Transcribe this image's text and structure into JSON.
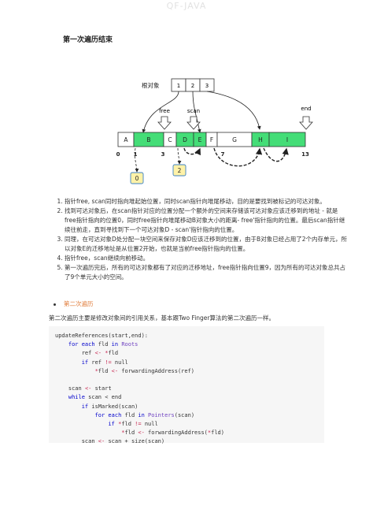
{
  "watermark": "QF-JAVA",
  "section_title": "第一次遍历结束",
  "diagram": {
    "root_label": "根对象",
    "root_slots": [
      "1",
      "2",
      "3"
    ],
    "pointer_labels": {
      "free": "free",
      "scan": "scan",
      "end": "end"
    },
    "cells": [
      "A",
      "B",
      "C",
      "D",
      "E",
      "F",
      "G",
      "H",
      "I"
    ],
    "positions": [
      "0",
      "1",
      "3",
      "7",
      "13"
    ],
    "forward_boxes": [
      "0",
      "2"
    ],
    "colors": {
      "live": "#44dd77",
      "dead": "#ffffff",
      "root_border": "#333333",
      "forward_box": "#fff2a8",
      "forward_border": "#3b82c4"
    }
  },
  "steps": [
    "指针free, scan同时指向堆起始位置，同时scan指针向堆尾移动，目的是要找到被标记的可达对象。",
    "找到可达对象后，在scan指针对应的位置分配一个额外的空间来存储该可达对象应该迁移到的地址 - 就是free指针指向的位置0，同时free指针向堆尾移动B对象大小的距离- free'指针指向的位置。最后scan指针继续往前走，直到寻找到下一个可达对象D - scan'指针指向的位置。",
    "同理，在可达对象D处分配一块空间来保存对象D应该迁移到的位置，由于B对象已经占用了2个内存单元，所以对象E的迁移地址是从位置2开始，也就是当前free指针指向的位置。",
    "指针free，scan继续向前移动。",
    "第一次遍历完后，所有的可达对象都有了对应的迁移地址，free指针指向位置9，因为所有的可达对象总共占了9个单元大小的空间。"
  ],
  "bullet_link": "第二次遍历",
  "intro": "第二次遍历主要是修改对象间的引用关系，基本跟Two Finger算法的第二次遍历一样。",
  "code_lines": [
    "updateReferences(start,end):",
    "    for each fld in Roots",
    "        ref <- *fld",
    "        if ref != null",
    "            *fld <- forwardingAddress(ref)",
    "",
    "    scan <- start",
    "    while scan < end",
    "        if isMarked(scan)",
    "            for each fld in Pointers(scan)",
    "                if *fld != null",
    "                    *fld <- forwardingAddress(*fld)",
    "        scan <- scan + size(scan)"
  ]
}
